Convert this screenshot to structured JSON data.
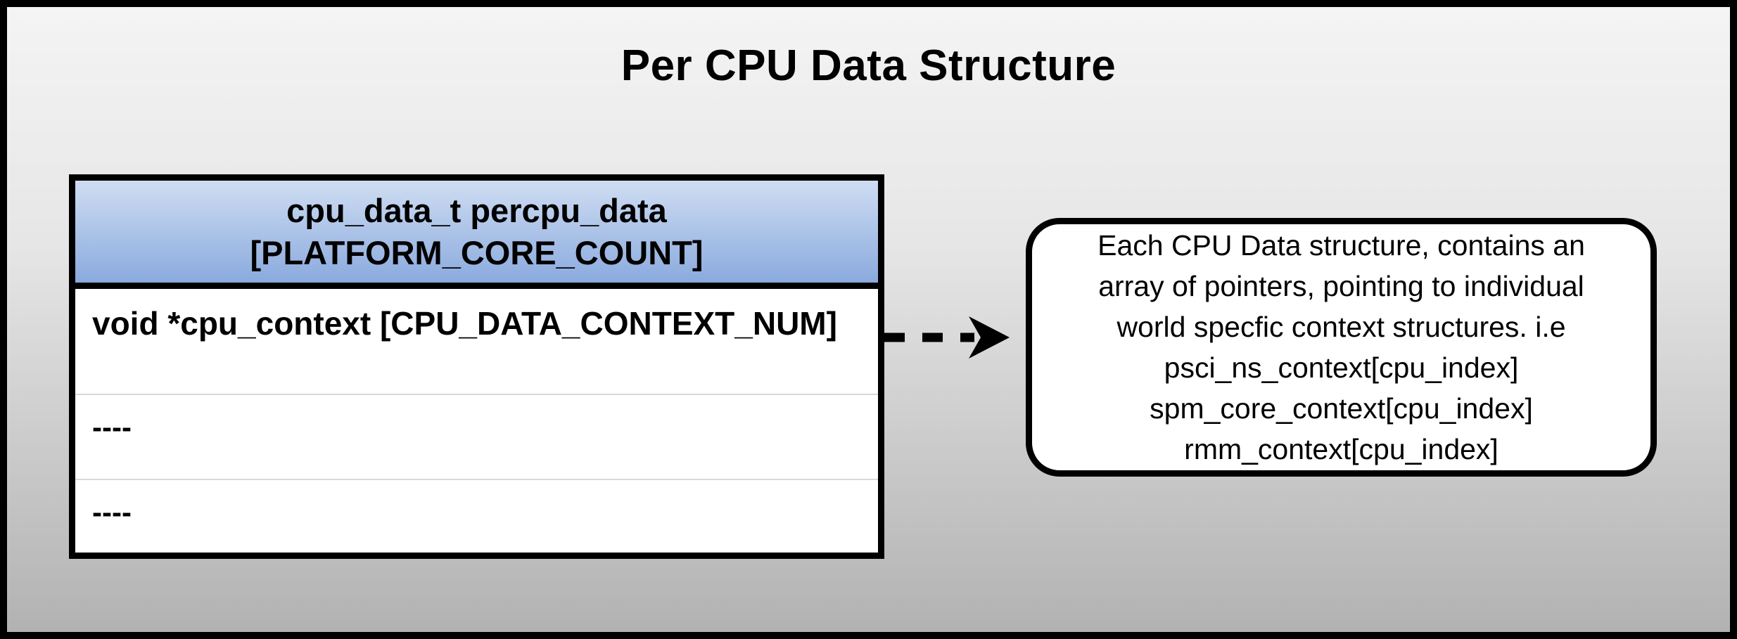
{
  "title": "Per CPU Data Structure",
  "struct_table": {
    "header_line1": "cpu_data_t percpu_data",
    "header_line2": "[PLATFORM_CORE_COUNT]",
    "rows": [
      {
        "text": "void *cpu_context [CPU_DATA_CONTEXT_NUM]"
      },
      {
        "text": "----"
      },
      {
        "text": "----"
      }
    ]
  },
  "callout": {
    "lines": [
      "Each CPU Data structure, contains an",
      "array of pointers, pointing to individual",
      "world specfic context structures. i.e",
      "psci_ns_context[cpu_index]",
      "spm_core_context[cpu_index]",
      "rmm_context[cpu_index]"
    ]
  },
  "icons": {
    "arrow": "dashed-right-arrow"
  },
  "colors": {
    "page_bg_top": "#f4f4f4",
    "page_bg_mid": "#e6e6e6",
    "page_bg_bottom": "#b2b2b2",
    "header_gradient_top": "#cfddf2",
    "header_gradient_bottom": "#8aaade",
    "box_background": "#ffffff",
    "border": "#000000",
    "row_divider": "#d9d9d9"
  }
}
